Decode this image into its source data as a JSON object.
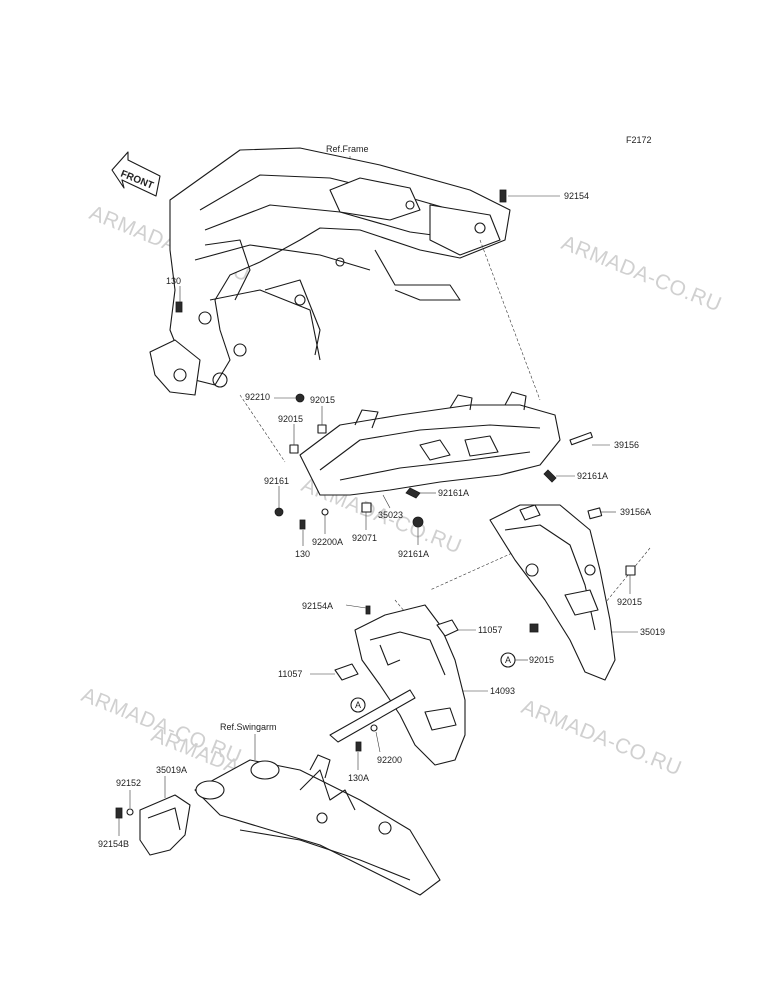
{
  "figure_code": "F2172",
  "front_arrow": "FRONT",
  "watermark": "ARMADA-CO.RU",
  "references": {
    "frame": "Ref.Frame",
    "swingarm": "Ref.Swingarm"
  },
  "callout_letter": "A",
  "parts": {
    "p92154": "92154",
    "p130": "130",
    "p92210": "92210",
    "p92015_a": "92015",
    "p92015_b": "92015",
    "p39156": "39156",
    "p92161A_a": "92161A",
    "p92161": "92161",
    "p92161A_b": "92161A",
    "p39156A": "39156A",
    "p35023": "35023",
    "p130_b": "130",
    "p92200A": "92200A",
    "p92071": "92071",
    "p92161A_c": "92161A",
    "p92015_c": "92015",
    "p92154A": "92154A",
    "p11057_a": "11057",
    "p35019": "35019",
    "p92015_d": "92015",
    "p11057_b": "11057",
    "p14093": "14093",
    "p92200": "92200",
    "p130A": "130A",
    "p92152": "92152",
    "p35019A": "35019A",
    "p92154B": "92154B"
  }
}
